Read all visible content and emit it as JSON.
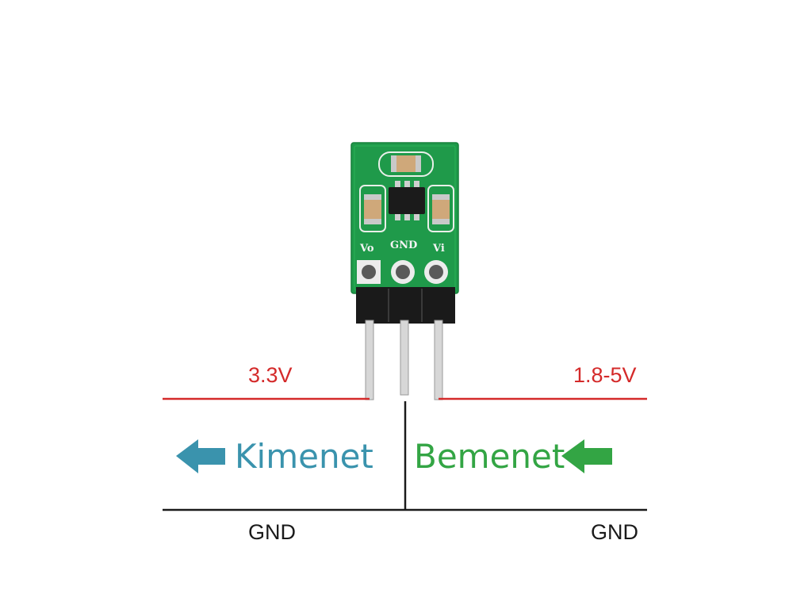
{
  "pcb": {
    "label_vo": "Vo",
    "label_gnd": "GND",
    "label_vi": "Vi"
  },
  "output": {
    "voltage": "3.3V",
    "label": "Kimenet",
    "gnd": "GND"
  },
  "input": {
    "voltage": "1.8-5V",
    "label": "Bemenet",
    "gnd": "GND"
  },
  "colors": {
    "voltage_line": "#d42a2a",
    "ground_line": "#1a1a1a",
    "output_accent": "#3a93ad",
    "input_accent": "#33a544",
    "pcb_green": "#1f9a4a"
  },
  "icons": {
    "output_arrow": "arrow-left-icon",
    "input_arrow": "arrow-left-icon"
  }
}
